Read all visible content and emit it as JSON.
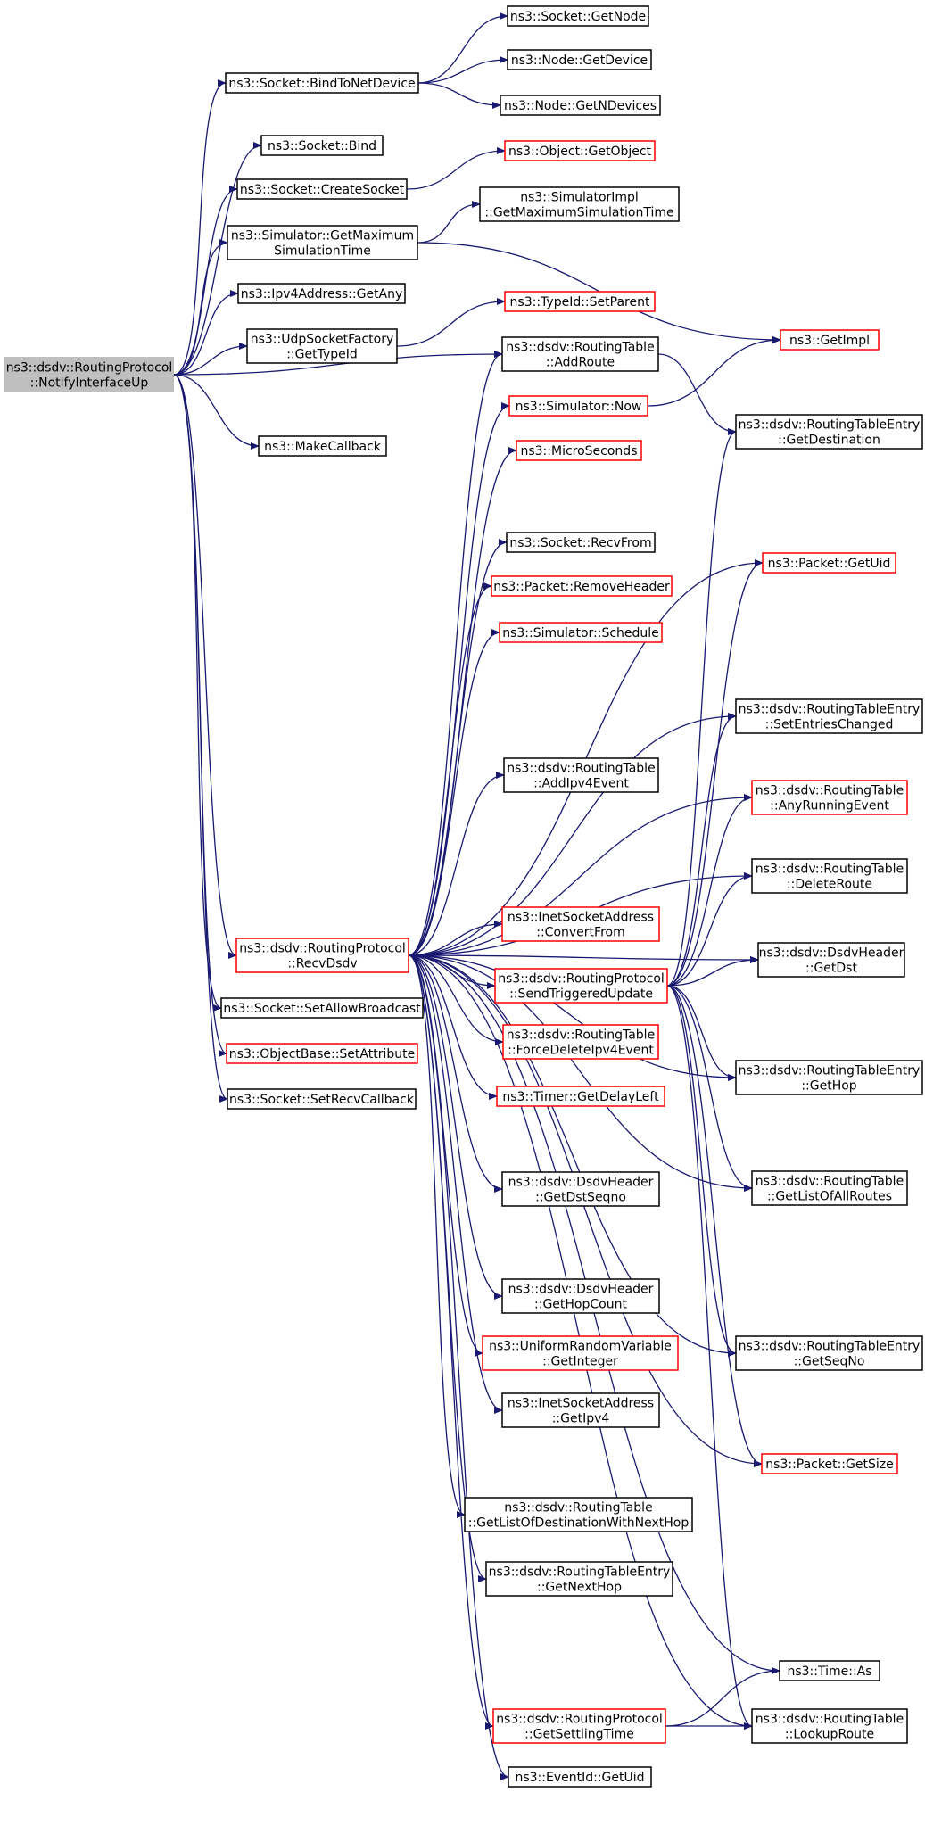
{
  "colors": {
    "edge": "#191970",
    "normal_border": "#000000",
    "linked_border": "#ff0000",
    "root_fill": "#bfbfbf"
  },
  "nodes": [
    {
      "id": "root",
      "lines": [
        "ns3::dsdv::RoutingProtocol",
        "::NotifyInterfaceUp"
      ],
      "style": "root"
    },
    {
      "id": "bindToNetDevice",
      "lines": [
        "ns3::Socket::BindToNetDevice"
      ],
      "style": "black"
    },
    {
      "id": "socketGetNode",
      "lines": [
        "ns3::Socket::GetNode"
      ],
      "style": "black"
    },
    {
      "id": "nodeGetDevice",
      "lines": [
        "ns3::Node::GetDevice"
      ],
      "style": "black"
    },
    {
      "id": "nodeGetNDevices",
      "lines": [
        "ns3::Node::GetNDevices"
      ],
      "style": "black"
    },
    {
      "id": "socketBind",
      "lines": [
        "ns3::Socket::Bind"
      ],
      "style": "black"
    },
    {
      "id": "createSocket",
      "lines": [
        "ns3::Socket::CreateSocket"
      ],
      "style": "black"
    },
    {
      "id": "getObject",
      "lines": [
        "ns3::Object::GetObject"
      ],
      "style": "red"
    },
    {
      "id": "simImplMax",
      "lines": [
        "ns3::SimulatorImpl",
        "::GetMaximumSimulationTime"
      ],
      "style": "black"
    },
    {
      "id": "simGetMax",
      "lines": [
        "ns3::Simulator::GetMaximum",
        "SimulationTime"
      ],
      "style": "black"
    },
    {
      "id": "ipv4GetAny",
      "lines": [
        "ns3::Ipv4Address::GetAny"
      ],
      "style": "black"
    },
    {
      "id": "typeIdSetParent",
      "lines": [
        "ns3::TypeId::SetParent"
      ],
      "style": "red"
    },
    {
      "id": "udpGetTypeId",
      "lines": [
        "ns3::UdpSocketFactory",
        "::GetTypeId"
      ],
      "style": "black"
    },
    {
      "id": "getImpl",
      "lines": [
        "ns3::GetImpl"
      ],
      "style": "red"
    },
    {
      "id": "rtAddRoute",
      "lines": [
        "ns3::dsdv::RoutingTable",
        "::AddRoute"
      ],
      "style": "black"
    },
    {
      "id": "simNow",
      "lines": [
        "ns3::Simulator::Now"
      ],
      "style": "red"
    },
    {
      "id": "rteGetDest",
      "lines": [
        "ns3::dsdv::RoutingTableEntry",
        "::GetDestination"
      ],
      "style": "black"
    },
    {
      "id": "makeCallback",
      "lines": [
        "ns3::MakeCallback"
      ],
      "style": "black"
    },
    {
      "id": "microSeconds",
      "lines": [
        "ns3::MicroSeconds"
      ],
      "style": "red"
    },
    {
      "id": "recvFrom",
      "lines": [
        "ns3::Socket::RecvFrom"
      ],
      "style": "black"
    },
    {
      "id": "packetGetUid",
      "lines": [
        "ns3::Packet::GetUid"
      ],
      "style": "red"
    },
    {
      "id": "removeHeader",
      "lines": [
        "ns3::Packet::RemoveHeader"
      ],
      "style": "red"
    },
    {
      "id": "simSchedule",
      "lines": [
        "ns3::Simulator::Schedule"
      ],
      "style": "red"
    },
    {
      "id": "setEntriesChanged",
      "lines": [
        "ns3::dsdv::RoutingTableEntry",
        "::SetEntriesChanged"
      ],
      "style": "black"
    },
    {
      "id": "addIpv4Event",
      "lines": [
        "ns3::dsdv::RoutingTable",
        "::AddIpv4Event"
      ],
      "style": "black"
    },
    {
      "id": "anyRunningEvent",
      "lines": [
        "ns3::dsdv::RoutingTable",
        "::AnyRunningEvent"
      ],
      "style": "red"
    },
    {
      "id": "deleteRoute",
      "lines": [
        "ns3::dsdv::RoutingTable",
        "::DeleteRoute"
      ],
      "style": "black"
    },
    {
      "id": "convertFrom",
      "lines": [
        "ns3::InetSocketAddress",
        "::ConvertFrom"
      ],
      "style": "red"
    },
    {
      "id": "recvDsdv",
      "lines": [
        "ns3::dsdv::RoutingProtocol",
        "::RecvDsdv"
      ],
      "style": "red"
    },
    {
      "id": "dsdvGetDst",
      "lines": [
        "ns3::dsdv::DsdvHeader",
        "::GetDst"
      ],
      "style": "black"
    },
    {
      "id": "sendTriggered",
      "lines": [
        "ns3::dsdv::RoutingProtocol",
        "::SendTriggeredUpdate"
      ],
      "style": "red"
    },
    {
      "id": "setAllowBroadcast",
      "lines": [
        "ns3::Socket::SetAllowBroadcast"
      ],
      "style": "black"
    },
    {
      "id": "forceDelete",
      "lines": [
        "ns3::dsdv::RoutingTable",
        "::ForceDeleteIpv4Event"
      ],
      "style": "red"
    },
    {
      "id": "setAttribute",
      "lines": [
        "ns3::ObjectBase::SetAttribute"
      ],
      "style": "red"
    },
    {
      "id": "rteGetHop",
      "lines": [
        "ns3::dsdv::RoutingTableEntry",
        "::GetHop"
      ],
      "style": "black"
    },
    {
      "id": "timerDelayLeft",
      "lines": [
        "ns3::Timer::GetDelayLeft"
      ],
      "style": "red"
    },
    {
      "id": "setRecvCallback",
      "lines": [
        "ns3::Socket::SetRecvCallback"
      ],
      "style": "black"
    },
    {
      "id": "getDstSeqno",
      "lines": [
        "ns3::dsdv::DsdvHeader",
        "::GetDstSeqno"
      ],
      "style": "black"
    },
    {
      "id": "getListAllRoutes",
      "lines": [
        "ns3::dsdv::RoutingTable",
        "::GetListOfAllRoutes"
      ],
      "style": "black"
    },
    {
      "id": "getHopCount",
      "lines": [
        "ns3::dsdv::DsdvHeader",
        "::GetHopCount"
      ],
      "style": "black"
    },
    {
      "id": "uniformGetInteger",
      "lines": [
        "ns3::UniformRandomVariable",
        "::GetInteger"
      ],
      "style": "red"
    },
    {
      "id": "rteGetSeqNo",
      "lines": [
        "ns3::dsdv::RoutingTableEntry",
        "::GetSeqNo"
      ],
      "style": "black"
    },
    {
      "id": "inetGetIpv4",
      "lines": [
        "ns3::InetSocketAddress",
        "::GetIpv4"
      ],
      "style": "black"
    },
    {
      "id": "packetGetSize",
      "lines": [
        "ns3::Packet::GetSize"
      ],
      "style": "red"
    },
    {
      "id": "getListDestNextHop",
      "lines": [
        "ns3::dsdv::RoutingTable",
        "::GetListOfDestinationWithNextHop"
      ],
      "style": "black"
    },
    {
      "id": "rteGetNextHop",
      "lines": [
        "ns3::dsdv::RoutingTableEntry",
        "::GetNextHop"
      ],
      "style": "black"
    },
    {
      "id": "timeAs",
      "lines": [
        "ns3::Time::As"
      ],
      "style": "black"
    },
    {
      "id": "getSettlingTime",
      "lines": [
        "ns3::dsdv::RoutingProtocol",
        "::GetSettlingTime"
      ],
      "style": "red"
    },
    {
      "id": "lookupRoute",
      "lines": [
        "ns3::dsdv::RoutingTable",
        "::LookupRoute"
      ],
      "style": "black"
    },
    {
      "id": "eventIdGetUid",
      "lines": [
        "ns3::EventId::GetUid"
      ],
      "style": "black"
    }
  ],
  "edges": [
    [
      "root",
      "bindToNetDevice"
    ],
    [
      "root",
      "socketBind"
    ],
    [
      "root",
      "createSocket"
    ],
    [
      "root",
      "simGetMax"
    ],
    [
      "root",
      "ipv4GetAny"
    ],
    [
      "root",
      "udpGetTypeId"
    ],
    [
      "root",
      "rtAddRoute"
    ],
    [
      "root",
      "makeCallback"
    ],
    [
      "root",
      "recvDsdv"
    ],
    [
      "root",
      "setAllowBroadcast"
    ],
    [
      "root",
      "setAttribute"
    ],
    [
      "root",
      "setRecvCallback"
    ],
    [
      "bindToNetDevice",
      "socketGetNode"
    ],
    [
      "bindToNetDevice",
      "nodeGetDevice"
    ],
    [
      "bindToNetDevice",
      "nodeGetNDevices"
    ],
    [
      "createSocket",
      "getObject"
    ],
    [
      "simGetMax",
      "simImplMax"
    ],
    [
      "simGetMax",
      "getImpl"
    ],
    [
      "udpGetTypeId",
      "typeIdSetParent"
    ],
    [
      "rtAddRoute",
      "rteGetDest"
    ],
    [
      "simNow",
      "getImpl"
    ],
    [
      "recvDsdv",
      "rtAddRoute"
    ],
    [
      "recvDsdv",
      "simNow"
    ],
    [
      "recvDsdv",
      "microSeconds"
    ],
    [
      "recvDsdv",
      "packetGetUid"
    ],
    [
      "recvDsdv",
      "recvFrom"
    ],
    [
      "recvDsdv",
      "removeHeader"
    ],
    [
      "recvDsdv",
      "simSchedule"
    ],
    [
      "recvDsdv",
      "setEntriesChanged"
    ],
    [
      "recvDsdv",
      "anyRunningEvent"
    ],
    [
      "recvDsdv",
      "addIpv4Event"
    ],
    [
      "recvDsdv",
      "deleteRoute"
    ],
    [
      "recvDsdv",
      "dsdvGetDst"
    ],
    [
      "recvDsdv",
      "convertFrom"
    ],
    [
      "recvDsdv",
      "sendTriggered"
    ],
    [
      "recvDsdv",
      "forceDelete"
    ],
    [
      "recvDsdv",
      "timerDelayLeft"
    ],
    [
      "recvDsdv",
      "rteGetHop"
    ],
    [
      "recvDsdv",
      "getDstSeqno"
    ],
    [
      "recvDsdv",
      "getListAllRoutes"
    ],
    [
      "recvDsdv",
      "getHopCount"
    ],
    [
      "recvDsdv",
      "uniformGetInteger"
    ],
    [
      "recvDsdv",
      "inetGetIpv4"
    ],
    [
      "recvDsdv",
      "rteGetSeqNo"
    ],
    [
      "recvDsdv",
      "getListDestNextHop"
    ],
    [
      "recvDsdv",
      "rteGetNextHop"
    ],
    [
      "recvDsdv",
      "packetGetSize"
    ],
    [
      "recvDsdv",
      "timeAs"
    ],
    [
      "recvDsdv",
      "getSettlingTime"
    ],
    [
      "recvDsdv",
      "eventIdGetUid"
    ],
    [
      "recvDsdv",
      "lookupRoute"
    ],
    [
      "sendTriggered",
      "rteGetDest"
    ],
    [
      "sendTriggered",
      "packetGetUid"
    ],
    [
      "sendTriggered",
      "setEntriesChanged"
    ],
    [
      "sendTriggered",
      "anyRunningEvent"
    ],
    [
      "sendTriggered",
      "deleteRoute"
    ],
    [
      "sendTriggered",
      "dsdvGetDst"
    ],
    [
      "sendTriggered",
      "rteGetHop"
    ],
    [
      "sendTriggered",
      "getListAllRoutes"
    ],
    [
      "sendTriggered",
      "rteGetSeqNo"
    ],
    [
      "sendTriggered",
      "packetGetSize"
    ],
    [
      "sendTriggered",
      "lookupRoute"
    ],
    [
      "getSettlingTime",
      "timeAs"
    ],
    [
      "getSettlingTime",
      "lookupRoute"
    ]
  ]
}
